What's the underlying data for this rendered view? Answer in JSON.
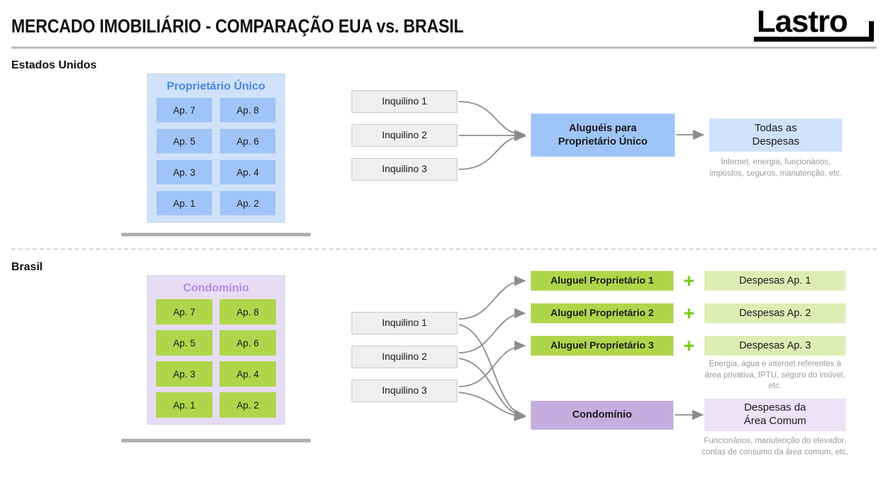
{
  "header": {
    "title": "MERCADO IMOBILIÁRIO - COMPARAÇÃO EUA vs. BRASIL",
    "logo_text": "Lastro"
  },
  "colors": {
    "blue_dark": "#9fc5f8",
    "blue_light": "#cfe2f9",
    "green": "#afd64a",
    "green_light": "#dcedb4",
    "purple": "#c5aede",
    "purple_light": "#ece3f7",
    "gray_box": "#efefef",
    "plus": "#76c80b",
    "arrow": "#8c8c8c"
  },
  "usa": {
    "label": "Estados Unidos",
    "building": {
      "header": "Proprietário Único",
      "apartments": [
        "Ap. 7",
        "Ap. 8",
        "Ap. 5",
        "Ap. 6",
        "Ap. 3",
        "Ap. 4",
        "Ap. 1",
        "Ap. 2"
      ]
    },
    "tenants": [
      "Inquilino 1",
      "Inquilino 2",
      "Inquilino 3"
    ],
    "rent_box": "Aluguéis para Proprietário Único",
    "rent_box_line1": "Aluguéis para",
    "rent_box_line2": "Proprietário Único",
    "expenses_box_line1": "Todas as",
    "expenses_box_line2": "Despesas",
    "expenses_caption": "Internet, energia, funcionários, impostos, seguros, manutenção, etc."
  },
  "brazil": {
    "label": "Brasil",
    "building": {
      "header": "Condomínio",
      "apartments": [
        "Ap. 7",
        "Ap. 8",
        "Ap. 5",
        "Ap. 6",
        "Ap. 3",
        "Ap. 4",
        "Ap. 1",
        "Ap. 2"
      ]
    },
    "tenants": [
      "Inquilino 1",
      "Inquilino 2",
      "Inquilino 3"
    ],
    "rent_boxes": [
      "Aluguel Proprietário 1",
      "Aluguel Proprietário 2",
      "Aluguel Proprietário 3"
    ],
    "plus_symbol": "+",
    "expense_boxes": [
      "Despesas Ap. 1",
      "Despesas Ap. 2",
      "Despesas Ap. 3"
    ],
    "expenses_caption": "Energia, água e internet referentes à área privativa, IPTU, seguro do imóvel, etc.",
    "condo_box": "Condomínio",
    "condo_expenses_line1": "Despesas da",
    "condo_expenses_line2": "Área Comum",
    "condo_caption": "Funcionários, manutenção do elevador, contas de consumo da área comum, etc."
  }
}
